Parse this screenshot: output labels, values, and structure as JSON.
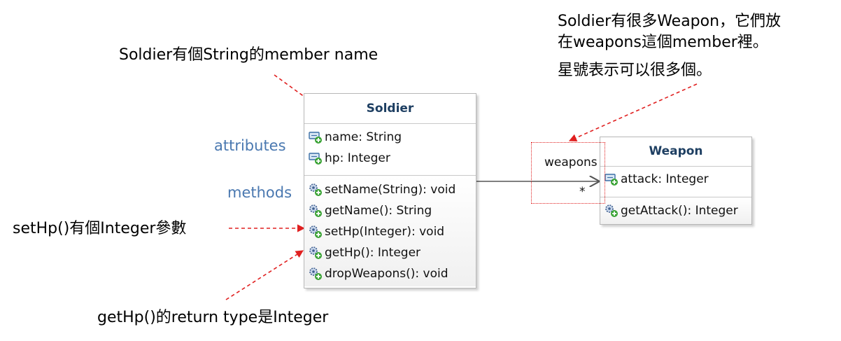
{
  "annotations": {
    "member_name": "Soldier有個String的member name",
    "weapons_line1": "Soldier有很多Weapon，它們放",
    "weapons_line2": "在weapons這個member裡。",
    "weapons_line3": "星號表示可以很多個。",
    "sethp_param": "setHp()有個Integer參數",
    "gethp_return": "getHp()的return type是Integer"
  },
  "section_labels": {
    "attributes": "attributes",
    "methods": "methods"
  },
  "classes": {
    "soldier": {
      "name": "Soldier",
      "attributes": [
        "name: String",
        "hp: Integer"
      ],
      "methods": [
        "setName(String): void",
        "getName(): String",
        "setHp(Integer): void",
        "getHp(): Integer",
        "dropWeapons(): void"
      ]
    },
    "weapon": {
      "name": "Weapon",
      "attributes": [
        "attack: Integer"
      ],
      "methods": [
        "getAttack(): Integer"
      ]
    }
  },
  "association": {
    "role": "weapons",
    "multiplicity": "*"
  },
  "colors": {
    "annotation_arrow": "#e02020",
    "label_blue": "#4a78b0",
    "class_title": "#1e3f62"
  }
}
